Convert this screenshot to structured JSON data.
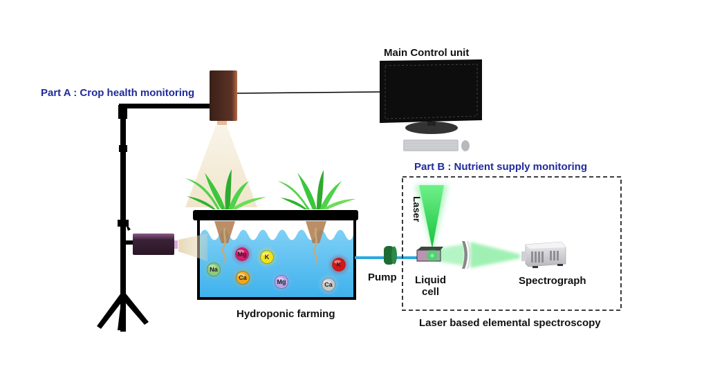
{
  "diagram": {
    "part_a": {
      "title": "Part A : Crop health monitoring"
    },
    "part_b": {
      "title": "Part B : Nutrient supply monitoring"
    },
    "control": {
      "label": "Main Control unit"
    },
    "farming": {
      "label": "Hydroponic farming"
    },
    "pump": {
      "label": "Pump"
    },
    "liquid_cell": {
      "label_line1": "Liquid",
      "label_line2": "cell"
    },
    "laser": {
      "label": "Laser"
    },
    "spectrograph": {
      "label": "Spectrograph"
    },
    "spectroscopy": {
      "label": "Laser based elemental spectroscopy"
    },
    "ions": [
      {
        "symbol": "Na",
        "color": "#8fc97a"
      },
      {
        "symbol": "Mg",
        "color": "#d81b6a"
      },
      {
        "symbol": "K",
        "color": "#f2e21c"
      },
      {
        "symbol": "Ca",
        "color": "#f0a818"
      },
      {
        "symbol": "Mg",
        "color": "#b9a4e6"
      },
      {
        "symbol": "Ca",
        "color": "#c9c9c9"
      },
      {
        "symbol": "K",
        "color": "#d91515"
      }
    ],
    "colors": {
      "title_blue": "#1f2a9c",
      "water": "#55bdf0",
      "laser_green": "#1fd14a",
      "pipe": "#29a9e0",
      "pump": "#1e6b34"
    }
  }
}
